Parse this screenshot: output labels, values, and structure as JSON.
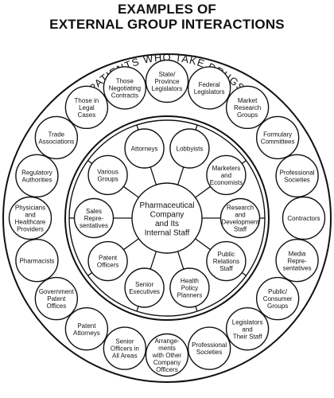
{
  "title": {
    "line1": "EXAMPLES OF",
    "line2": "EXTERNAL GROUP INTERACTIONS"
  },
  "outer_ring_label": "PATIENTS WHO TAKE DRUGS",
  "center": {
    "lines": [
      "Pharmaceutical",
      "Company",
      "and Its",
      "Internal Staff"
    ]
  },
  "inner_nodes": [
    {
      "id": "inner-attorneys",
      "lines": [
        "Attorneys"
      ]
    },
    {
      "id": "inner-lobbyists",
      "lines": [
        "Lobbyists"
      ]
    },
    {
      "id": "inner-marketers-economists",
      "lines": [
        "Marketers",
        "and",
        "Economists"
      ]
    },
    {
      "id": "inner-research-development",
      "lines": [
        "Research",
        "and",
        "Development",
        "Staff"
      ]
    },
    {
      "id": "inner-public-relations",
      "lines": [
        "Public",
        "Relations",
        "Staff"
      ]
    },
    {
      "id": "inner-health-policy",
      "lines": [
        "Health",
        "Policy",
        "Planners"
      ]
    },
    {
      "id": "inner-senior-executives",
      "lines": [
        "Senior",
        "Executives"
      ]
    },
    {
      "id": "inner-patent-officers",
      "lines": [
        "Patent",
        "Officers"
      ]
    },
    {
      "id": "inner-sales-reps",
      "lines": [
        "Sales",
        "Repre-",
        "sentatives"
      ]
    },
    {
      "id": "inner-various-groups",
      "lines": [
        "Various",
        "Groups"
      ]
    }
  ],
  "outer_nodes": [
    {
      "id": "outer-negotiating-contracts",
      "lines": [
        "Those",
        "Negotiating",
        "Contracts"
      ]
    },
    {
      "id": "outer-state-legislators",
      "lines": [
        "State/",
        "Province",
        "Legislators"
      ]
    },
    {
      "id": "outer-federal-legislators",
      "lines": [
        "Federal",
        "Legislators"
      ]
    },
    {
      "id": "outer-market-research",
      "lines": [
        "Market",
        "Research",
        "Groups"
      ]
    },
    {
      "id": "outer-formulary-committees",
      "lines": [
        "Formulary",
        "Committees"
      ]
    },
    {
      "id": "outer-professional-societies-right",
      "lines": [
        "Professional",
        "Societies"
      ]
    },
    {
      "id": "outer-contractors",
      "lines": [
        "Contractors"
      ]
    },
    {
      "id": "outer-media-reps",
      "lines": [
        "Media",
        "Repre-",
        "sentatives"
      ]
    },
    {
      "id": "outer-public-consumer",
      "lines": [
        "Public/",
        "Consumer",
        "Groups"
      ]
    },
    {
      "id": "outer-legislators-staff",
      "lines": [
        "Legislators",
        "and",
        "Their Staff"
      ]
    },
    {
      "id": "outer-professional-societies-bottom",
      "lines": [
        "Professional",
        "Societies"
      ]
    },
    {
      "id": "outer-arrangements",
      "lines": [
        "Arrange-",
        "ments",
        "with Other",
        "Company",
        "Officers"
      ]
    },
    {
      "id": "outer-senior-officers",
      "lines": [
        "Senior",
        "Officers in",
        "All Areas"
      ]
    },
    {
      "id": "outer-patent-attorneys",
      "lines": [
        "Patent",
        "Attorneys"
      ]
    },
    {
      "id": "outer-govt-patent-offices",
      "lines": [
        "Government",
        "Patent",
        "Offices"
      ]
    },
    {
      "id": "outer-pharmacists",
      "lines": [
        "Pharmacists"
      ]
    },
    {
      "id": "outer-physicians",
      "lines": [
        "Physicians",
        "and",
        "Healthcare",
        "Providers"
      ]
    },
    {
      "id": "outer-regulatory",
      "lines": [
        "Regulatory",
        "Authorities"
      ]
    },
    {
      "id": "outer-trade-associations",
      "lines": [
        "Trade",
        "Associations"
      ]
    },
    {
      "id": "outer-legal-cases",
      "lines": [
        "Those in",
        "Legal",
        "Cases"
      ]
    }
  ]
}
